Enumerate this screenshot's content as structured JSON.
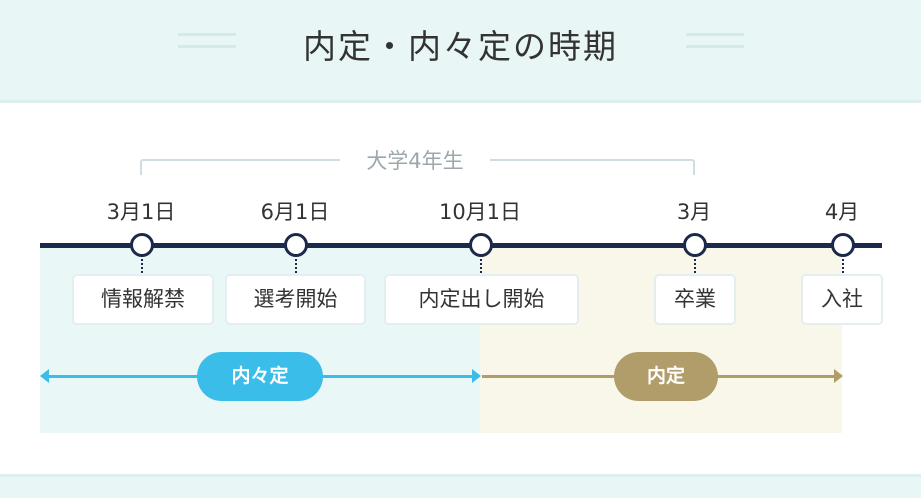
{
  "title": "内定・内々定の時期",
  "year_label": "大学4年生",
  "dates": [
    "3月1日",
    "6月1日",
    "10月1日",
    "3月",
    "4月"
  ],
  "events": [
    "情報解禁",
    "選考開始",
    "内定出し開始",
    "卒業",
    "入社"
  ],
  "periods": {
    "naynaitei": "内々定",
    "naitei": "内定"
  },
  "colors": {
    "navy": "#1b2a4a",
    "blue": "#3bbdea",
    "gold": "#b09d6a"
  }
}
